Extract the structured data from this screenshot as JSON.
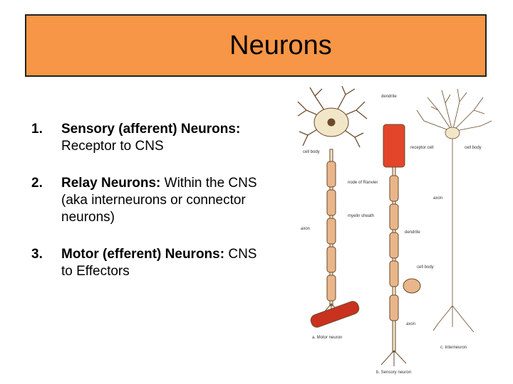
{
  "title": "Neurons",
  "items": [
    {
      "number": "1.",
      "label": "Sensory (afferent) Neurons:",
      "desc": "Receptor to CNS"
    },
    {
      "number": "2.",
      "label": "Relay Neurons:",
      "desc": "Within the CNS (aka interneurons or connector neurons)"
    },
    {
      "number": "3.",
      "label": "Motor (efferent) Neurons:",
      "desc": "CNS to Effectors"
    }
  ],
  "figure": {
    "labels": {
      "dendrite": "dendrite",
      "cell_body_a": "cell body",
      "receptor_cell": "receptor cell",
      "cell_body_c": "cell body",
      "node": "node of Ranvier",
      "axon_c": "axon",
      "myelin": "myelin sheath",
      "axon_a": "axon",
      "dendrite_b": "dendrite",
      "cell_body_b": "cell body",
      "axon_b": "axon",
      "motor": "a. Motor neuron",
      "inter": "c. Interneuron",
      "sensory": "b. Sensory neuron"
    },
    "colors": {
      "myelin": "#e8b68a",
      "receptor": "#e2452a",
      "muscle": "#c8321f",
      "neuron": "#f2e6c9"
    }
  }
}
